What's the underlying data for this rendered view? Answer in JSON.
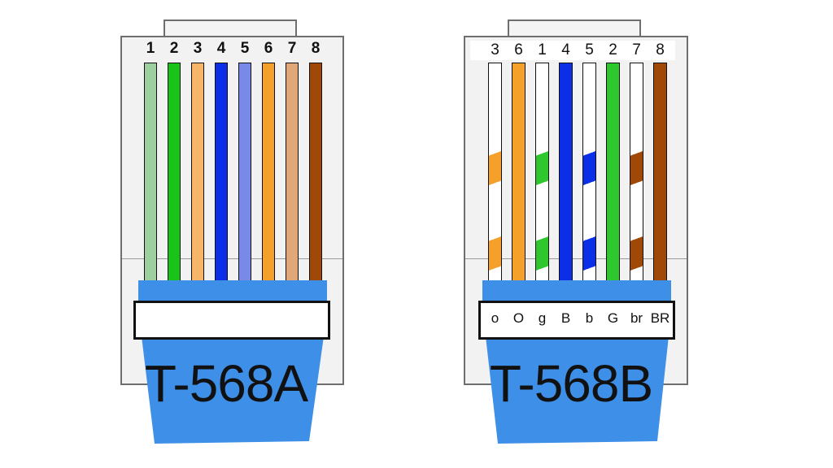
{
  "connectors": {
    "a": {
      "label": "T-568A",
      "pins": [
        {
          "num": "1",
          "color": "#9ecf9e",
          "striped": false
        },
        {
          "num": "2",
          "color": "#18c418",
          "striped": false
        },
        {
          "num": "3",
          "color": "#f7b56a",
          "striped": false
        },
        {
          "num": "4",
          "color": "#0a2fe6",
          "striped": false
        },
        {
          "num": "5",
          "color": "#7889e8",
          "striped": false
        },
        {
          "num": "6",
          "color": "#f5a02a",
          "striped": false
        },
        {
          "num": "7",
          "color": "#e0a878",
          "striped": false
        },
        {
          "num": "8",
          "color": "#a04808",
          "striped": false
        }
      ],
      "codes": []
    },
    "b": {
      "label": "T-568B",
      "pins": [
        {
          "num": "3",
          "color": "#f5a02a",
          "striped": true
        },
        {
          "num": "6",
          "color": "#f5a02a",
          "striped": false
        },
        {
          "num": "1",
          "color": "#2ec82e",
          "striped": true
        },
        {
          "num": "4",
          "color": "#0a2fe6",
          "striped": false
        },
        {
          "num": "5",
          "color": "#0a2fe6",
          "striped": true
        },
        {
          "num": "2",
          "color": "#2ec82e",
          "striped": false
        },
        {
          "num": "7",
          "color": "#a04808",
          "striped": true
        },
        {
          "num": "8",
          "color": "#a04808",
          "striped": false
        }
      ],
      "codes": [
        "o",
        "O",
        "g",
        "B",
        "b",
        "G",
        "br",
        "BR"
      ]
    }
  },
  "colors": {
    "boot": "#3d8fe8",
    "housing": "#f2f2f2",
    "outline": "#111111"
  }
}
